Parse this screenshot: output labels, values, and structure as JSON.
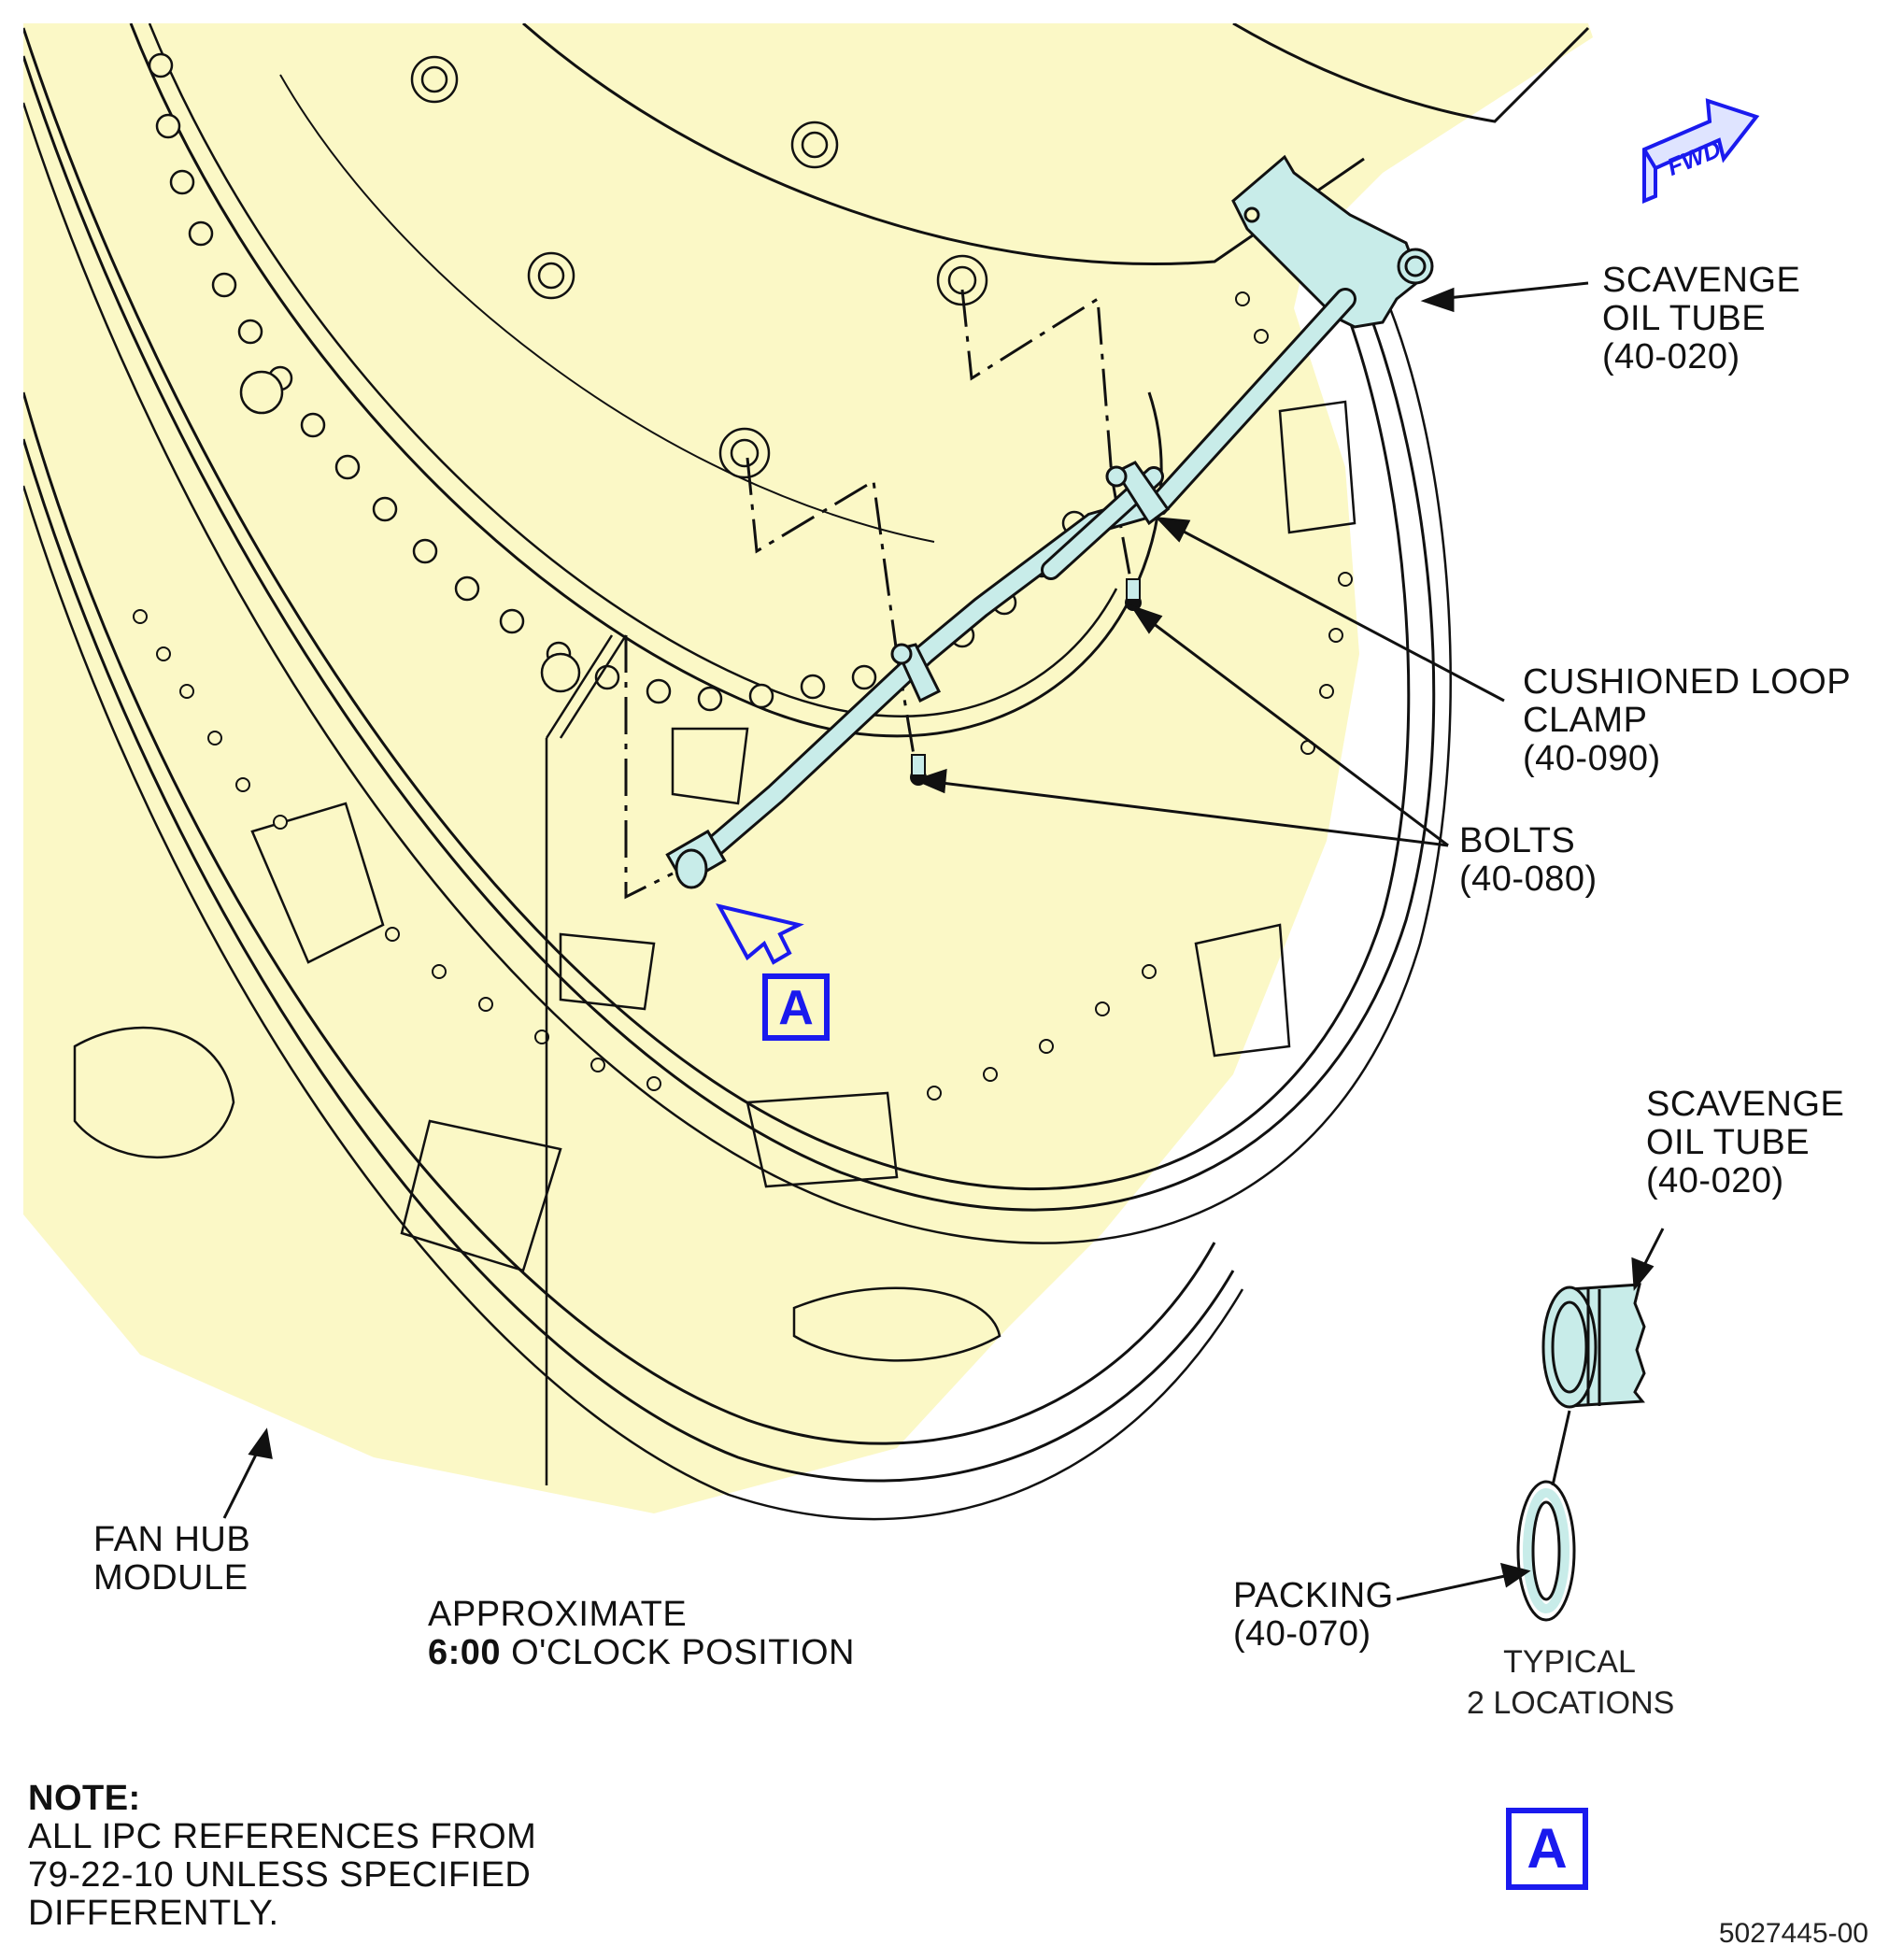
{
  "labels": {
    "scavenge_tube_1": {
      "line1": "SCAVENGE",
      "line2": "OIL TUBE",
      "line3": "(40-020)"
    },
    "clamp": {
      "line1": "CUSHIONED LOOP",
      "line2": "CLAMP",
      "line3": "(40-090)"
    },
    "bolts": {
      "line1": "BOLTS",
      "line2": "(40-080)"
    },
    "scavenge_tube_2": {
      "line1": "SCAVENGE",
      "line2": "OIL TUBE",
      "line3": "(40-020)"
    },
    "packing": {
      "line1": "PACKING",
      "line2": "(40-070)"
    },
    "typical": {
      "line1": "TYPICAL",
      "line2": "2 LOCATIONS"
    },
    "fan_hub": {
      "line1": "FAN HUB",
      "line2": "MODULE"
    },
    "position": {
      "line1": "APPROXIMATE",
      "bold": "6:00",
      "rest": " O'CLOCK POSITION"
    }
  },
  "note": {
    "title": "NOTE:",
    "line1": "ALL IPC REFERENCES FROM",
    "line2": "79-22-10 UNLESS SPECIFIED",
    "line3": "DIFFERENTLY."
  },
  "view_marker": "A",
  "detail_marker": "A",
  "fwd_label": "FWD",
  "figure_number": "5027445-00",
  "colors": {
    "background_fill": "#fbf8c6",
    "part_fill": "#c8ece9",
    "marker": "#1a1aee",
    "outline": "#111111"
  }
}
